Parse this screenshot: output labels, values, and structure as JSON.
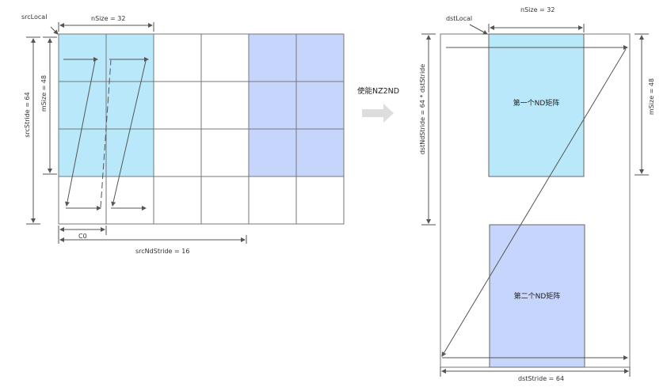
{
  "left": {
    "src_local": "srcLocal",
    "n_size": "nSize  = 32",
    "m_size": "mSize  = 48",
    "src_stride": "srcStride  = 64",
    "c0": "C0",
    "src_nd_stride": "srcNdStride  = 16"
  },
  "operation": {
    "label": "使能NZ2ND"
  },
  "right": {
    "dst_local": "dstLocal",
    "n_size": "nSize  = 32",
    "m_size": "mSize  = 48",
    "dst_nd_stride": "dstNdStride  = 64 * dstStride",
    "dst_stride": "dstStride  = 64",
    "matrix1": "第一个ND矩阵",
    "matrix2": "第二个ND矩阵"
  },
  "colors": {
    "cyan": "#b9e8fb",
    "periwinkle": "#c6d5fb",
    "line": "#555555",
    "arrow_gray": "#dddddd"
  }
}
